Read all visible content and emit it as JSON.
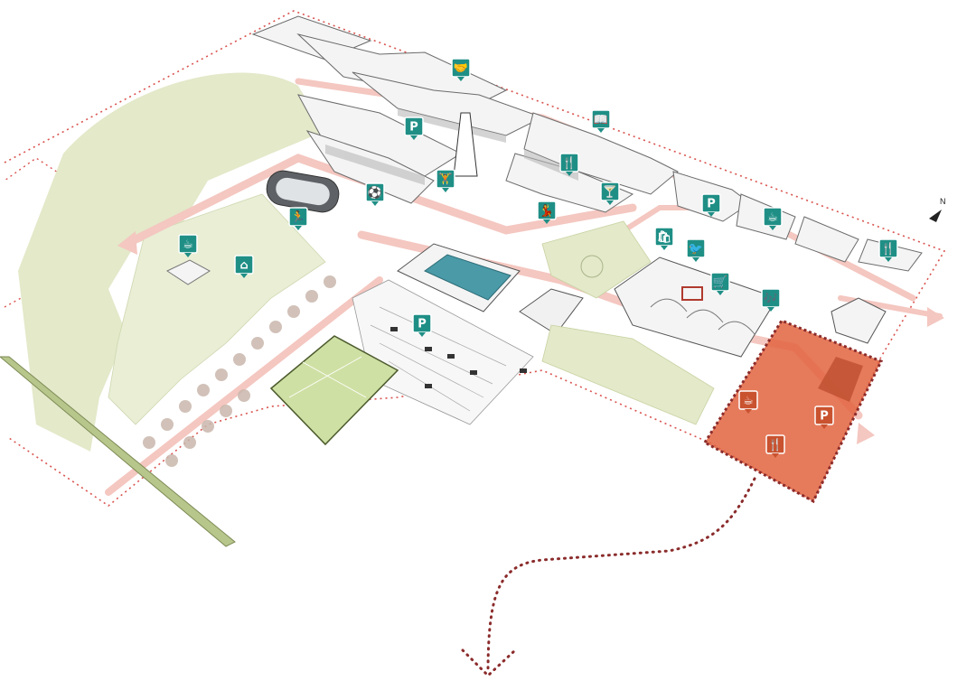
{
  "colors": {
    "background": "#ffffff",
    "boundary_dots": "#d9534f",
    "green_space": "#e3e9c9",
    "green_dark": "#cfd9a6",
    "path_pink": "#f4c7c0",
    "building_fill": "#f4f4f4",
    "building_shadow": "#b9b9b9",
    "pool": "#4a9aa8",
    "parking": "#efefef",
    "sports_field": "#cfe0a4",
    "highlight_zone": "#e2643f",
    "marker_teal": "#1f8f86",
    "route_dots": "#8b2b2b",
    "tree": "#c9b7ac",
    "canal": "#b7c68b"
  },
  "north_arrow": {
    "label": "N"
  },
  "markers": [
    {
      "icon": "handshake-icon",
      "glyph": "🤝"
    },
    {
      "icon": "book-icon",
      "glyph": "📖"
    },
    {
      "icon": "parking-icon",
      "glyph": "P"
    },
    {
      "icon": "restaurant-icon",
      "glyph": "🍴"
    },
    {
      "icon": "fitness-icon",
      "glyph": "🏋"
    },
    {
      "icon": "cocktail-icon",
      "glyph": "🍸"
    },
    {
      "icon": "parking-icon",
      "glyph": "P"
    },
    {
      "icon": "cafe-icon",
      "glyph": "☕"
    },
    {
      "icon": "restaurant-icon",
      "glyph": "🍴"
    },
    {
      "icon": "kids-play-icon",
      "glyph": "⚽"
    },
    {
      "icon": "running-icon",
      "glyph": "🏃"
    },
    {
      "icon": "dance-icon",
      "glyph": "💃"
    },
    {
      "icon": "shopping-bag-icon",
      "glyph": "🛍"
    },
    {
      "icon": "bird-icon",
      "glyph": "🐦"
    },
    {
      "icon": "shopping-cart-icon",
      "glyph": "🛒"
    },
    {
      "icon": "music-icon",
      "glyph": "🎶"
    },
    {
      "icon": "cafe-icon",
      "glyph": "☕"
    },
    {
      "icon": "family-home-icon",
      "glyph": "⌂"
    },
    {
      "icon": "parking-icon",
      "glyph": "P"
    }
  ],
  "highlight_markers": [
    {
      "icon": "cafe-icon",
      "glyph": "☕"
    },
    {
      "icon": "parking-icon",
      "glyph": "P"
    },
    {
      "icon": "restaurant-icon",
      "glyph": "🍴"
    }
  ]
}
